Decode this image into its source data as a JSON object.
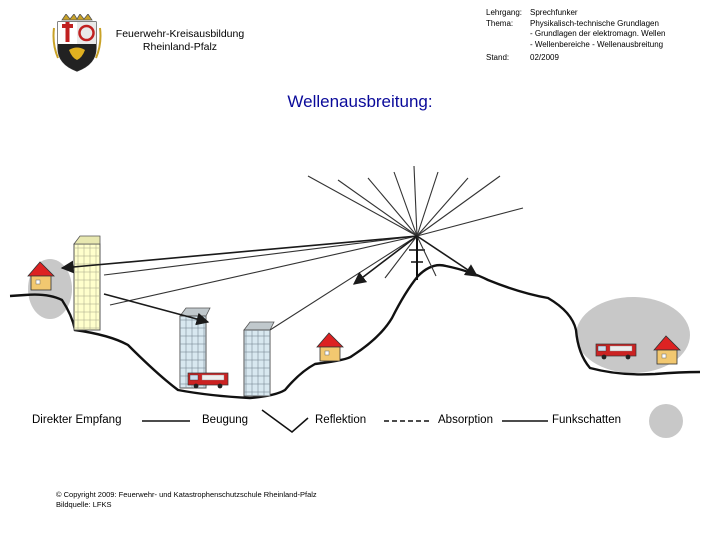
{
  "header": {
    "org_line1": "Feuerwehr-Kreisausbildung",
    "org_line2": "Rheinland-Pfalz",
    "course_label": "Lehrgang:",
    "course_value": "Sprechfunker",
    "topic_label": "Thema:",
    "topic_line1": "Physikalisch-technische Grundlagen",
    "topic_line2": "- Grundlagen der elektromagn. Wellen",
    "topic_line3": "- Wellenbereiche - Wellenausbreitung",
    "date_label": "Stand:",
    "date_value": "02/2009"
  },
  "title": "Wellenausbreitung:",
  "legend": {
    "direct": "Direkter Empfang",
    "diffraction": "Beugung",
    "reflection": "Reflektion",
    "absorption": "Absorption",
    "shadow": "Funkschatten"
  },
  "footer": {
    "copyright": "© Copyright 2009: Feuerwehr- und Katastrophenschutzschule Rheinland-Pfalz",
    "image_source": "Bildquelle: LFKS"
  },
  "colors": {
    "title": "#0a0a9a",
    "house_roof": "#dd2222",
    "house_wall": "#f2c870",
    "shadow_zone": "#c8c8c8",
    "tall_building": "#ffffcc",
    "office_building": "#d8e8f0",
    "fire_truck": "#cc2222",
    "wave_lines": "#333333"
  },
  "icons": [
    "coat-of-arms-icon",
    "house-icon",
    "fire-truck-icon",
    "antenna-icon",
    "building-icon"
  ]
}
